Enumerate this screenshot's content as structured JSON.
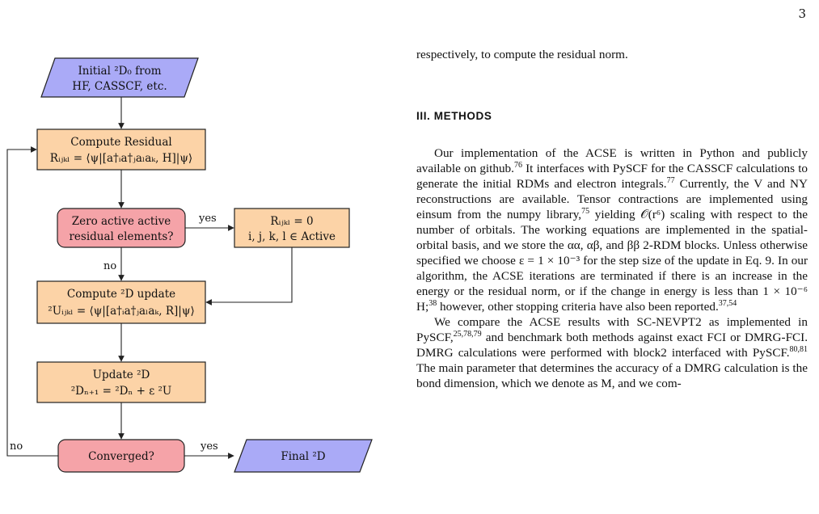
{
  "page": {
    "number": "3"
  },
  "flowchart": {
    "start": {
      "line1": "Initial ²D₀ from",
      "line2": "HF, CASSCF, etc."
    },
    "residual": {
      "line1": "Compute Residual",
      "line2": "Rᵢⱼₖₗ = ⟨ψ|[a†ᵢa†ⱼaₗaₖ, H]|ψ⟩"
    },
    "zero_check": {
      "line1": "Zero active active",
      "line2": "residual elements?"
    },
    "zero_set": {
      "line1": "Rᵢⱼₖₗ = 0",
      "line2": "i, j, k, l ∈ Active"
    },
    "update_compute": {
      "line1": "Compute ²D update",
      "line2": "²Uᵢⱼₖₗ = ⟨ψ|[a†ᵢa†ⱼaₗaₖ, R]|ψ⟩"
    },
    "update": {
      "line1": "Update ²D",
      "line2": "²Dₙ₊₁ = ²Dₙ + ε ²U"
    },
    "converged": {
      "label": "Converged?"
    },
    "final": {
      "label": "Final ²D"
    },
    "edges": {
      "yes_zero": "yes",
      "no_zero": "no",
      "yes_conv": "yes",
      "no_conv": "no"
    }
  },
  "text": {
    "intro": "respectively, to compute the residual norm.",
    "section_heading": "III.   METHODS",
    "p1": {
      "a": "Our implementation of the ACSE is written in Python and publicly available on github.",
      "ref1": "76",
      "b": " It interfaces with PySCF for the CASSCF calculations to generate the initial RDMs and electron integrals.",
      "ref2": "77",
      "c": " Currently, the V and NY reconstructions are available. Tensor contractions are implemented using einsum from the numpy library,",
      "ref3": "75",
      "d": " yielding 𝒪(r⁶) scaling with respect to the number of orbitals. The working equations are implemented in the spatial-orbital basis, and we store the αα, αβ, and ββ 2-RDM blocks. Unless otherwise specified we choose ε = 1 × 10⁻³ for the step size of the update in Eq. 9. In our algorithm, the ACSE iterations are terminated if there is an increase in the energy or the residual norm, or if the change in energy is less than 1 × 10⁻⁶ H;",
      "ref4": "38",
      "e": " however, other stopping criteria have also been reported.",
      "ref5": "37,54"
    },
    "p2": {
      "a": "We compare the ACSE results with SC-NEVPT2 as implemented in PySCF,",
      "ref1": "25,78,79",
      "b": " and benchmark both methods against exact FCI or DMRG-FCI. DMRG calculations were performed with block2 interfaced with PySCF.",
      "ref2": "80,81",
      "c": " The main parameter that determines the accuracy of a DMRG calculation is the bond dimension, which we denote as M, and we com-"
    }
  },
  "colors": {
    "start_fill": "#aaaaf7",
    "process_fill": "#fcd3a7",
    "decision_fill": "#f5a3a8",
    "stroke": "#222222"
  }
}
